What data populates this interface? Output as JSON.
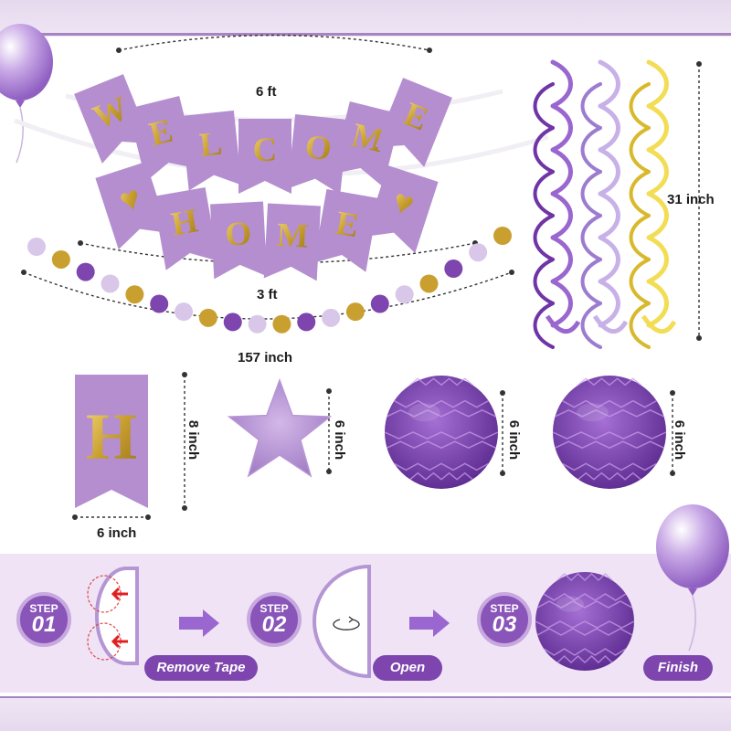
{
  "banner": {
    "row1_letters": [
      "W",
      "E",
      "L",
      "C",
      "O",
      "M",
      "E"
    ],
    "row2_letters": [
      "♥",
      "H",
      "O",
      "M",
      "E",
      "♥"
    ],
    "sample_letter": "H"
  },
  "dimensions": {
    "banner_width": "6 ft",
    "dot_garland_short": "3 ft",
    "dot_garland_long": "157 inch",
    "swirl_length": "31 inch",
    "pennant_height": "8 inch",
    "pennant_width": "6 inch",
    "star_size": "6 inch",
    "ball1_size": "6 inch",
    "ball2_size": "6 inch"
  },
  "steps": [
    {
      "step_word": "STEP",
      "number": "01",
      "label": "Remove Tape"
    },
    {
      "step_word": "STEP",
      "number": "02",
      "label": "Open"
    },
    {
      "step_word": "STEP",
      "number": "03",
      "label": "Finish"
    }
  ],
  "colors": {
    "pennant": "#b48ecf",
    "gold": "#c9a030",
    "purple_dark": "#7d45ad",
    "purple_light": "#d9c7ea",
    "yellow": "#f2dd55"
  },
  "icons": [
    "balloon-icon",
    "swirl-icon",
    "star-icon",
    "honeycomb-ball-icon",
    "arrow-right-icon",
    "rotate-icon"
  ]
}
